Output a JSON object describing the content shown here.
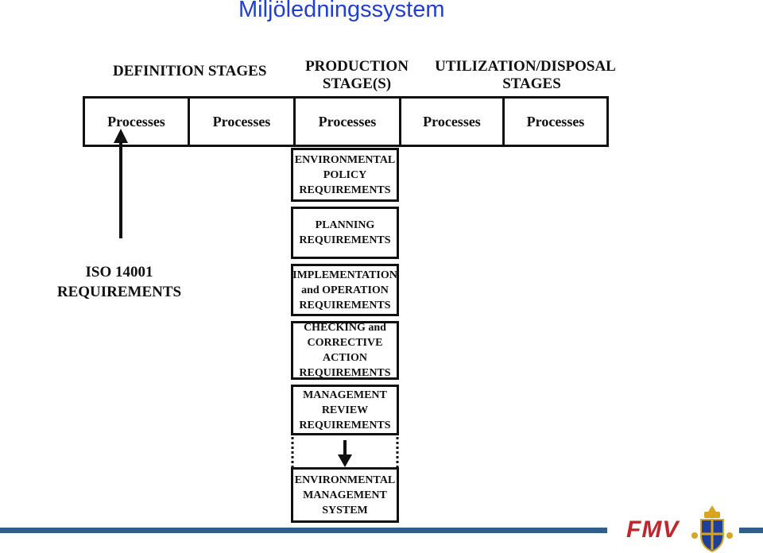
{
  "title": "Miljöledningssystem",
  "stage_headers": {
    "definition": "DEFINITION STAGES",
    "production_line1": "PRODUCTION",
    "production_line2": "STAGE(S)",
    "utilization_line1": "UTILIZATION/DISPOSAL",
    "utilization_line2": "STAGES"
  },
  "processes": [
    "Processes",
    "Processes",
    "Processes",
    "Processes",
    "Processes"
  ],
  "iso_label": "ISO 14001\nREQUIREMENTS",
  "requirement_boxes": [
    "ENVIRONMENTAL\nPOLICY\nREQUIREMENTS",
    "PLANNING\nREQUIREMENTS",
    "IMPLEMENTATION\nand OPERATION\nREQUIREMENTS",
    "CHECKING and\nCORRECTIVE\nACTION\nREQUIREMENTS",
    "MANAGEMENT\nREVIEW\nREQUIREMENTS"
  ],
  "result_box": "ENVIRONMENTAL\nMANAGEMENT\nSYSTEM",
  "logo_text": "FMV",
  "colors": {
    "title": "#1f3fd6",
    "footer_line": "#2f5f8a",
    "logo_red": "#c0262b",
    "logo_blue": "#1f3f9a",
    "logo_gold": "#d8a520"
  }
}
